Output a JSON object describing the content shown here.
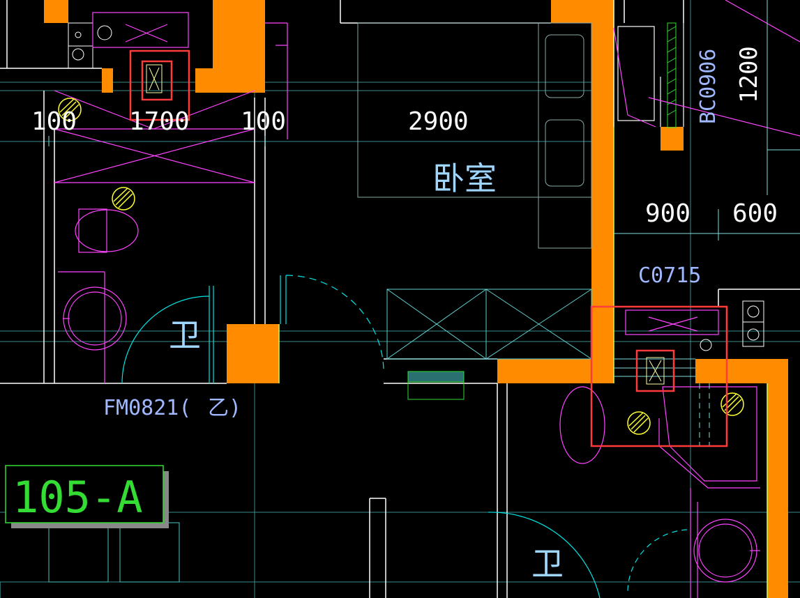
{
  "drawing": {
    "dimensions": {
      "d100_left": "100",
      "d1700": "1700",
      "d100_right": "100",
      "d2900": "2900",
      "d900": "900",
      "d600": "600",
      "d1200": "1200"
    },
    "rooms": {
      "bedroom": "卧室",
      "bath_upper": "卫",
      "bath_lower": "卫"
    },
    "codes": {
      "door": "FM0821(",
      "door_suffix": "乙)",
      "window": "C0715",
      "bay_window": "BC0906"
    },
    "unit_tag": "105-A",
    "colors": {
      "background": "#000000",
      "wall_fill": "#ff8c00",
      "highlight_box": "#ff3b3b",
      "magenta_lines": "#ff44ff",
      "cyan_lines": "#00ffff",
      "green_lines": "#33dd33",
      "yellow_symbols": "#ffff33"
    }
  }
}
